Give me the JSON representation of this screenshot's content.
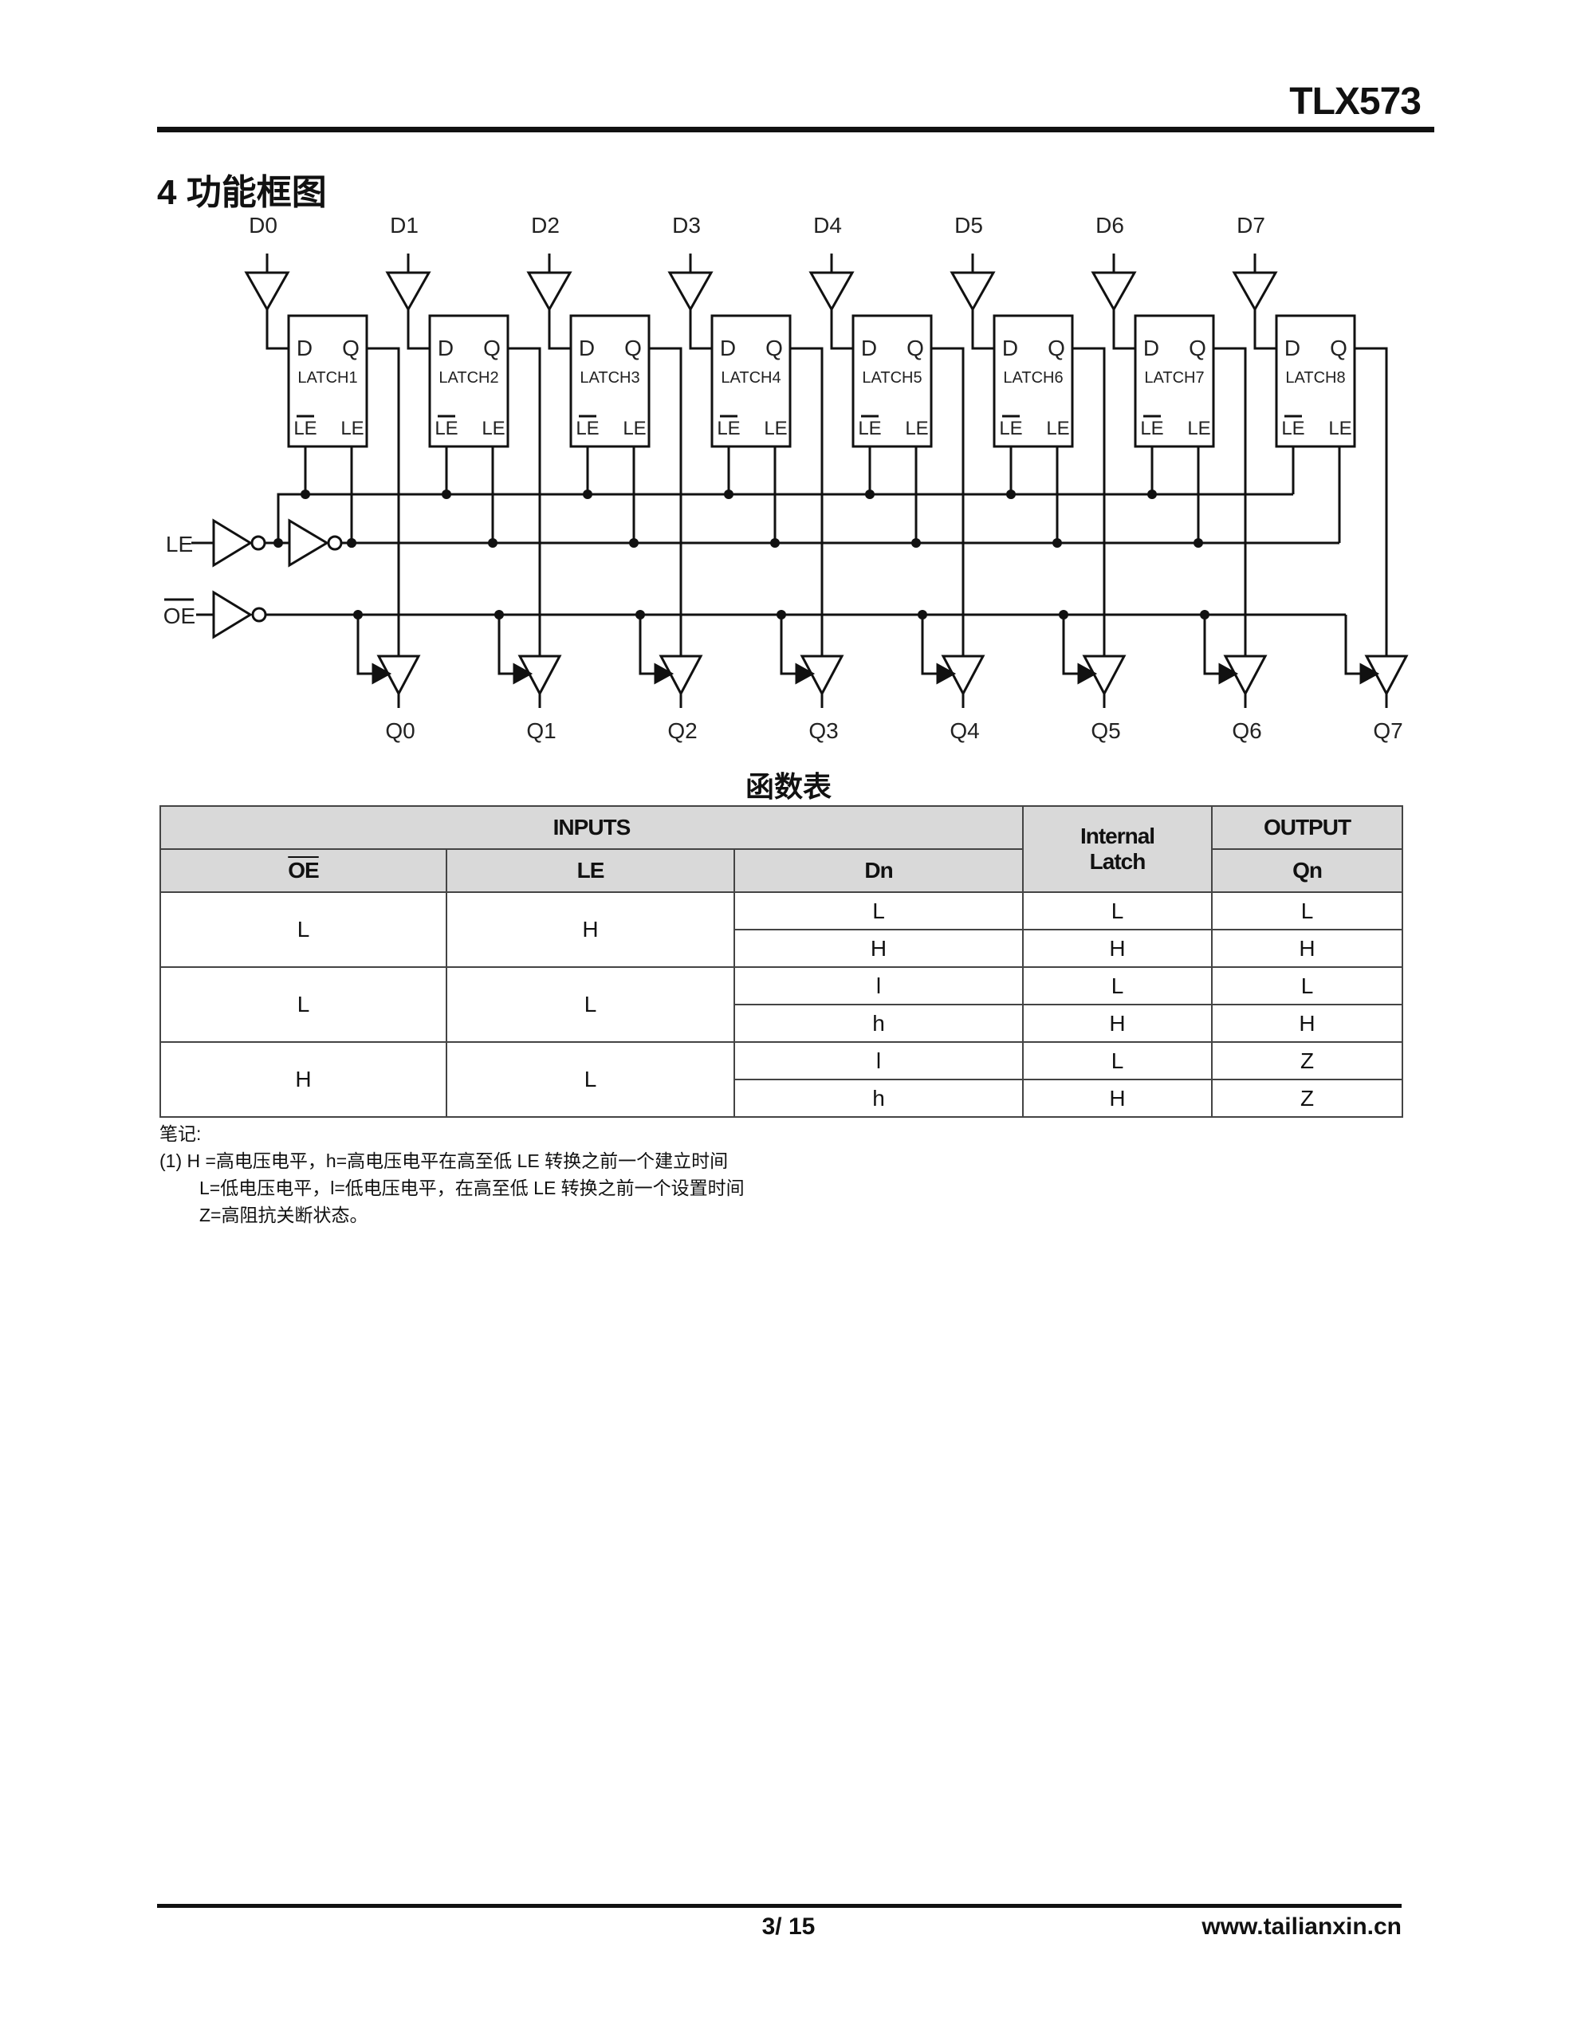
{
  "header": {
    "doc_title": "TLX573"
  },
  "section": {
    "title": "4 功能框图"
  },
  "diagram": {
    "inputs": [
      "D0",
      "D1",
      "D2",
      "D3",
      "D4",
      "D5",
      "D6",
      "D7"
    ],
    "outputs": [
      "Q0",
      "Q1",
      "Q2",
      "Q3",
      "Q4",
      "Q5",
      "Q6",
      "Q7"
    ],
    "latches": [
      "LATCH1",
      "LATCH2",
      "LATCH3",
      "LATCH4",
      "LATCH5",
      "LATCH6",
      "LATCH7",
      "LATCH8"
    ],
    "pin_d": "D",
    "pin_q": "Q",
    "pin_le_bar": "LE",
    "pin_le": "LE",
    "le_label": "LE",
    "oe_label": "OE"
  },
  "table": {
    "caption": "函数表",
    "header": {
      "inputs": "INPUTS",
      "internal_latch_1": "Internal",
      "internal_latch_2": "Latch",
      "output": "OUTPUT",
      "oe": "OE",
      "le": "LE",
      "dn": "Dn",
      "qn": "Qn"
    },
    "groups": [
      {
        "oe": "L",
        "le": "H",
        "rows": [
          {
            "dn": "L",
            "latch": "L",
            "qn": "L"
          },
          {
            "dn": "H",
            "latch": "H",
            "qn": "H"
          }
        ]
      },
      {
        "oe": "L",
        "le": "L",
        "rows": [
          {
            "dn": "l",
            "latch": "L",
            "qn": "L"
          },
          {
            "dn": "h",
            "latch": "H",
            "qn": "H"
          }
        ]
      },
      {
        "oe": "H",
        "le": "L",
        "rows": [
          {
            "dn": "l",
            "latch": "L",
            "qn": "Z"
          },
          {
            "dn": "h",
            "latch": "H",
            "qn": "Z"
          }
        ]
      }
    ]
  },
  "notes": {
    "title": "笔记:",
    "line1": "(1)  H =高电压电平，h=高电压电平在高至低 LE 转换之前一个建立时间",
    "line2": "L=低电压电平，l=低电压电平，在高至低 LE 转换之前一个设置时间",
    "line3": "Z=高阻抗关断状态。"
  },
  "footer": {
    "page": "3/ 15",
    "website": "www.tailianxin.cn"
  }
}
